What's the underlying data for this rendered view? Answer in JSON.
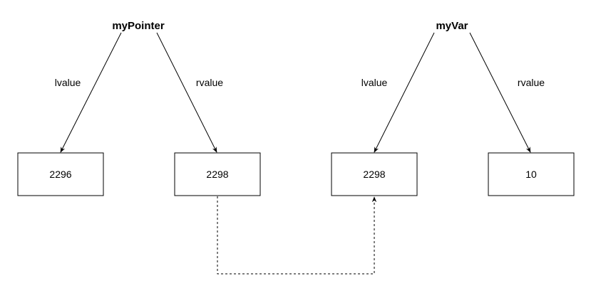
{
  "groups": {
    "pointer": {
      "name": "myPointer",
      "left_edge_label": "lvalue",
      "right_edge_label": "rvalue",
      "lvalue_box": "2296",
      "rvalue_box": "2298"
    },
    "variable": {
      "name": "myVar",
      "left_edge_label": "lvalue",
      "right_edge_label": "rvalue",
      "lvalue_box": "2298",
      "rvalue_box": "10"
    }
  },
  "colors": {
    "stroke": "#000000",
    "background": "#ffffff"
  }
}
